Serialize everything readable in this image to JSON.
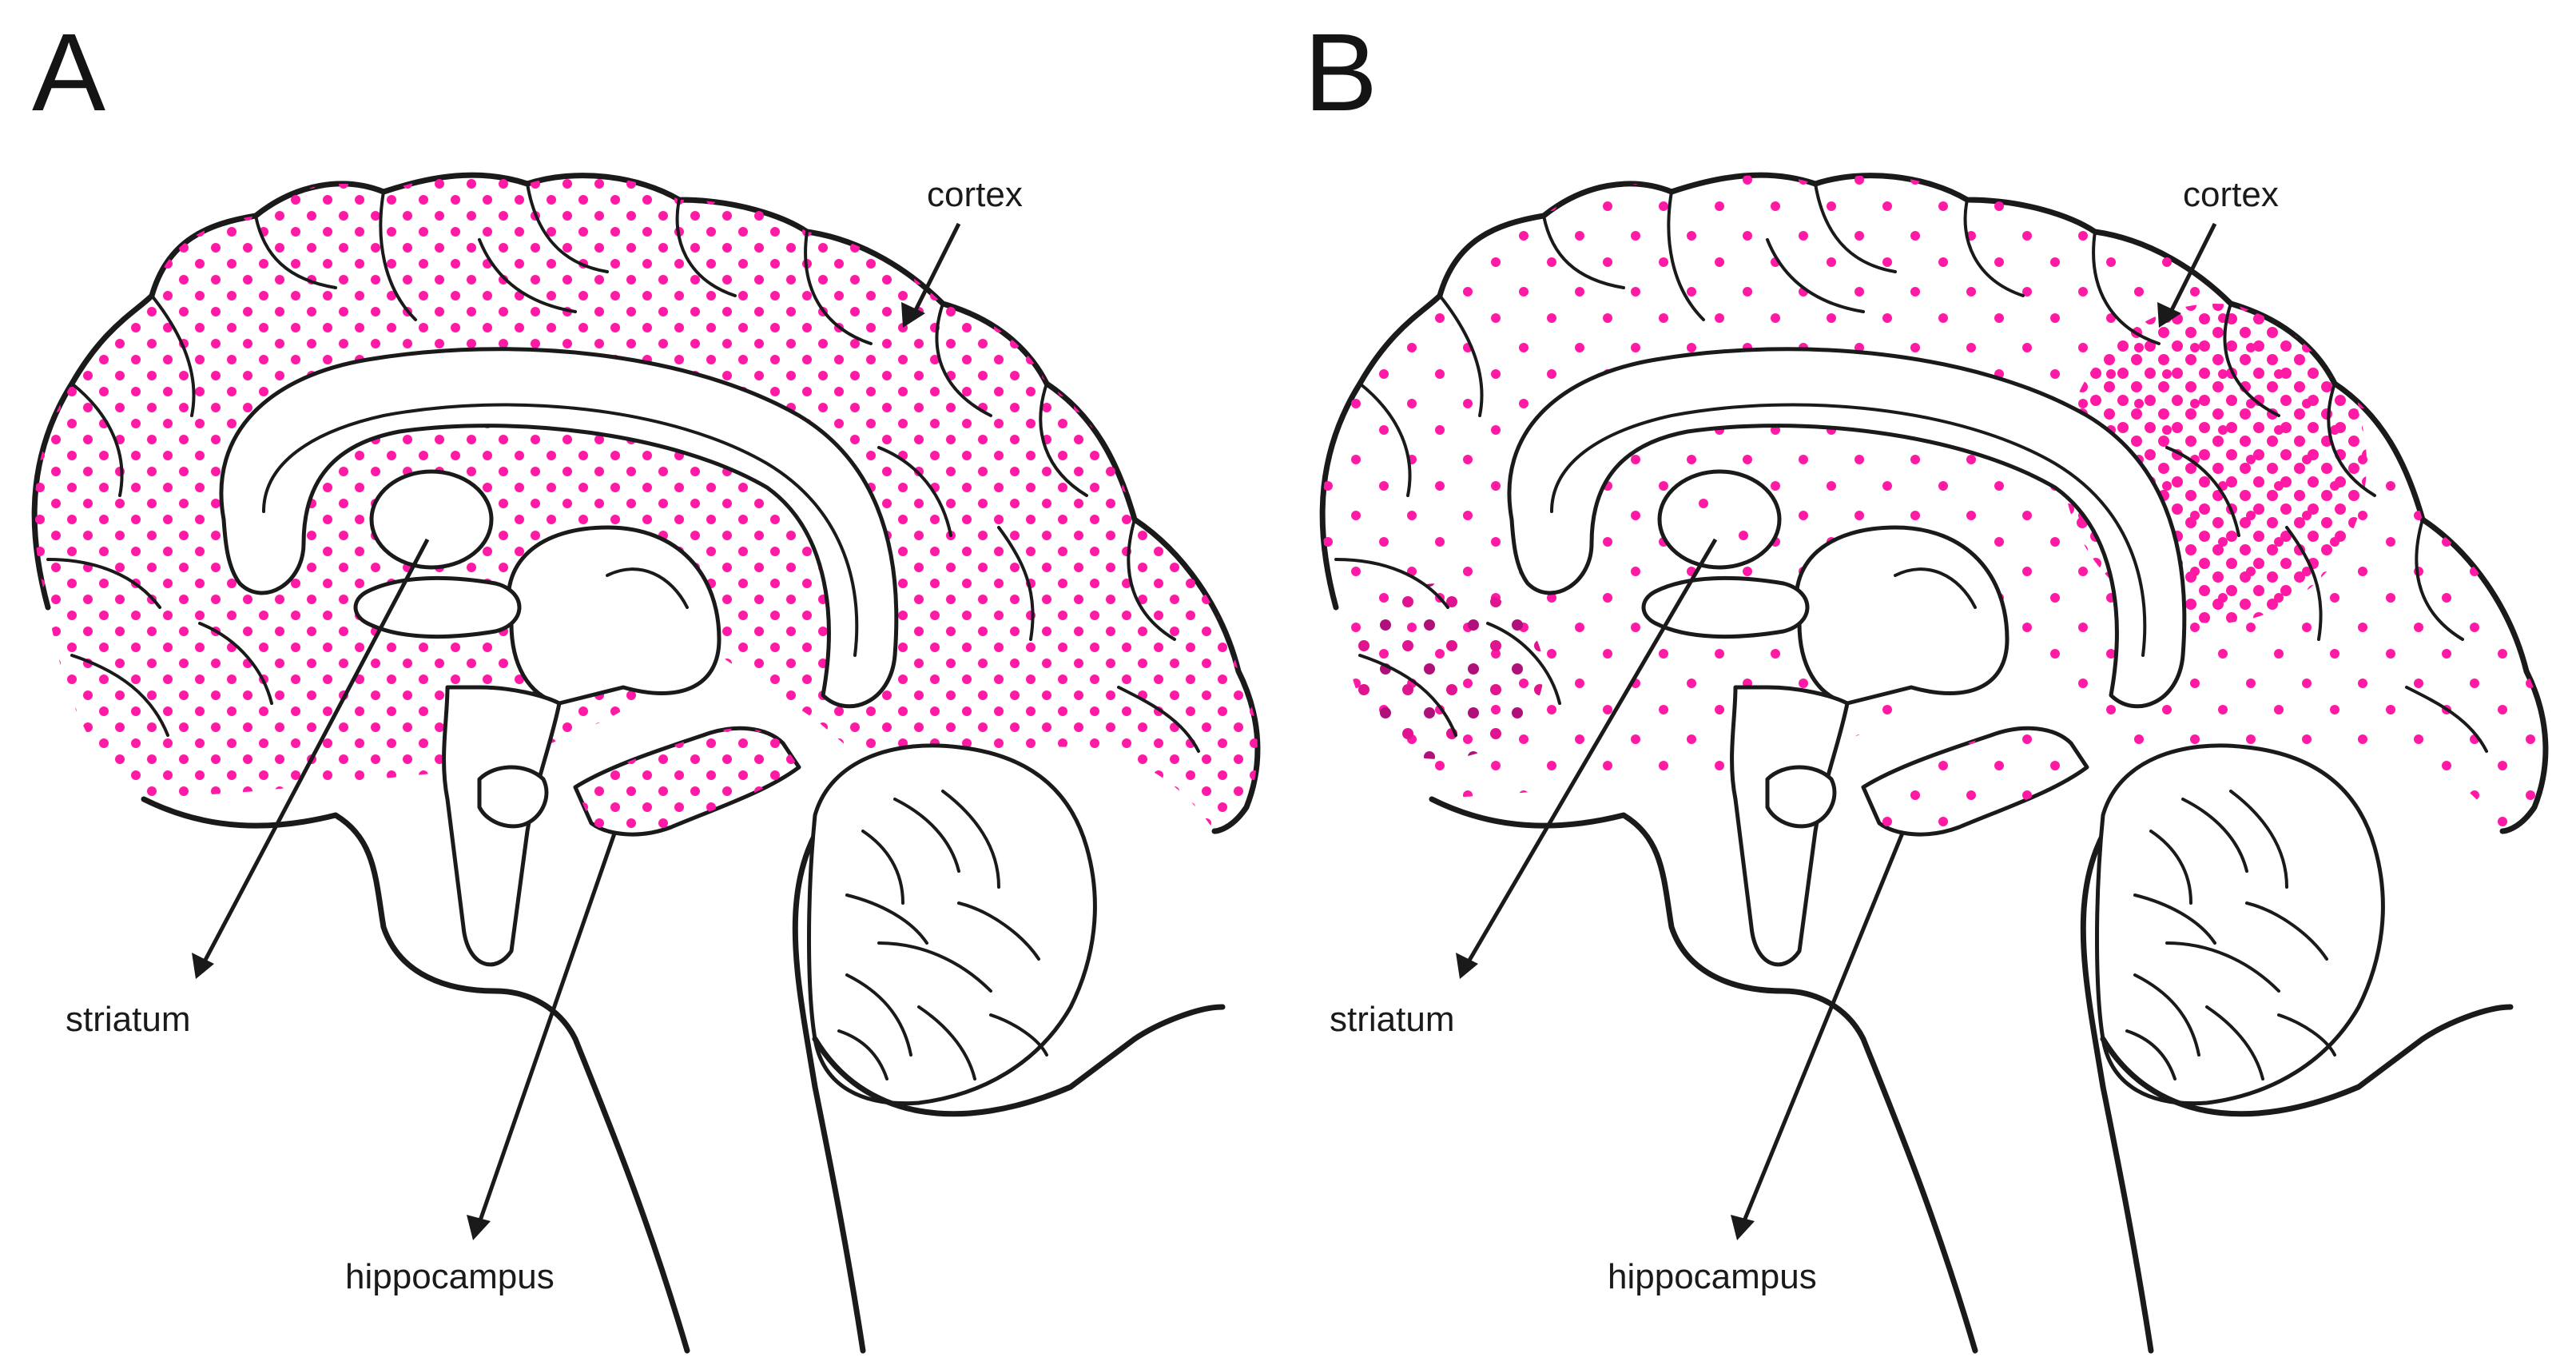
{
  "panels": [
    {
      "letter": "A",
      "labels": {
        "cortex": "cortex",
        "striatum": "striatum",
        "hippocampus": "hippocampus"
      }
    },
    {
      "letter": "B",
      "labels": {
        "cortex": "cortex",
        "striatum": "striatum",
        "hippocampus": "hippocampus"
      }
    }
  ],
  "colors": {
    "dot": "#ff1aa6",
    "dot_dark": "#b0107a",
    "outline": "#1a1a1a",
    "background": "#ffffff"
  }
}
